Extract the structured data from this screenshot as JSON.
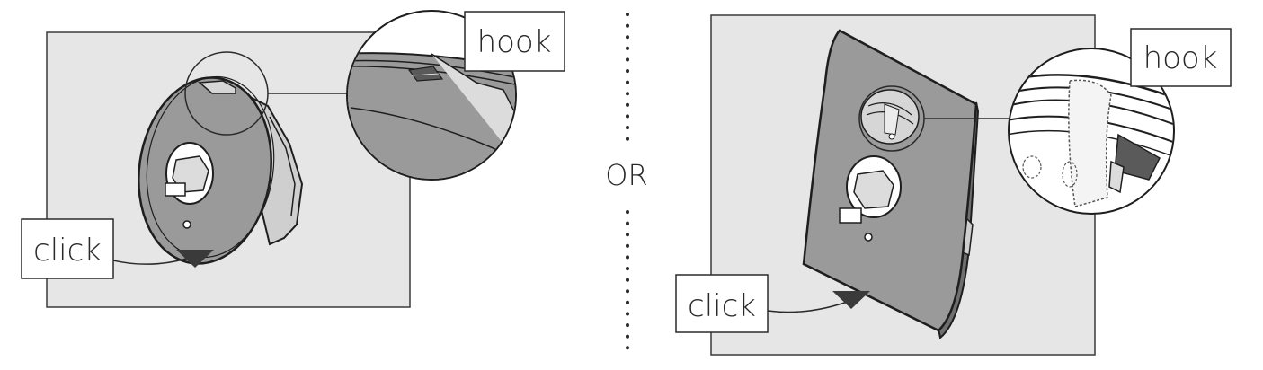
{
  "left_panel": {
    "hook_label": "hook",
    "click_label": "click"
  },
  "separator": {
    "label": "OR"
  },
  "right_panel": {
    "hook_label": "hook",
    "click_label": "click"
  },
  "colors": {
    "panel_bg": "#e6e6e6",
    "plate": "#9a9a9a",
    "plate_dark": "#6f6f6f",
    "outline": "#1e1e1e",
    "arrow": "#3a3a3a",
    "label_box": "#ffffff"
  }
}
